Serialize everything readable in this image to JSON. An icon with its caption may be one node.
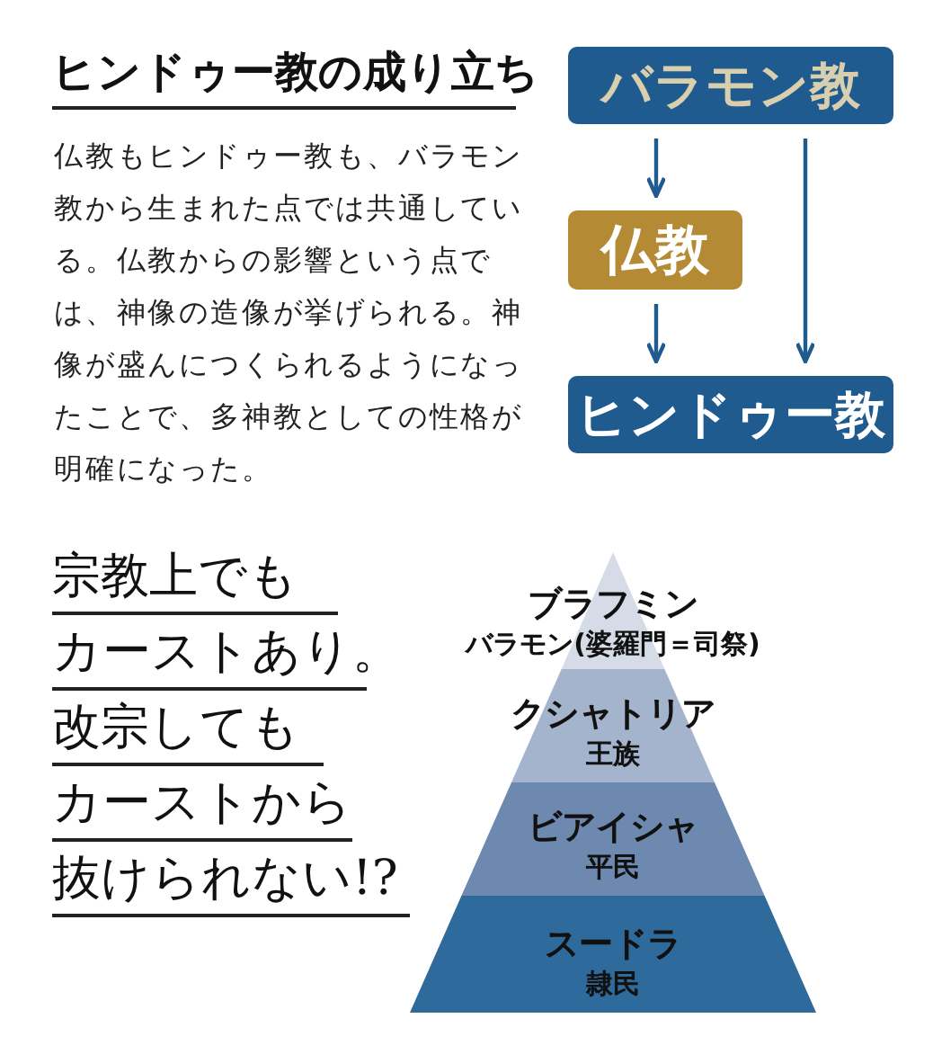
{
  "diagram": {
    "title": "ヒンドゥー教の成り立ち",
    "nodes": [
      {
        "text": [
          "バラモン教"
        ]
      },
      {
        "text": [
          "仏教"
        ]
      },
      {
        "text": [
          "ヒンドゥー教"
        ]
      },
      {
        "text": [
          "ブラフミン",
          "バラモン(婆羅門＝司祭)"
        ]
      },
      {
        "text": [
          "クシャトリア",
          "王族"
        ]
      },
      {
        "text": [
          "ビアイシャ",
          "平民"
        ]
      },
      {
        "text": [
          "スードラ",
          "隷民"
        ]
      }
    ],
    "edges": [
      {
        "from": 0,
        "to": 1,
        "arrow": "to"
      },
      {
        "from": 1,
        "to": 2,
        "arrow": "to"
      },
      {
        "from": 0,
        "to": 2,
        "arrow": "to"
      }
    ],
    "labels": [
      "仏教もヒンドゥー教も、バラモン教から生まれた点では共通している。仏教からの影響という点では、神像の造像が挙げられる。神像が盛んにつくられるようになったことで、多神教としての性格が明確になった。",
      "宗教上でも",
      "カーストあり。",
      "改宗しても",
      "カーストから",
      "抜けられない!?"
    ]
  }
}
